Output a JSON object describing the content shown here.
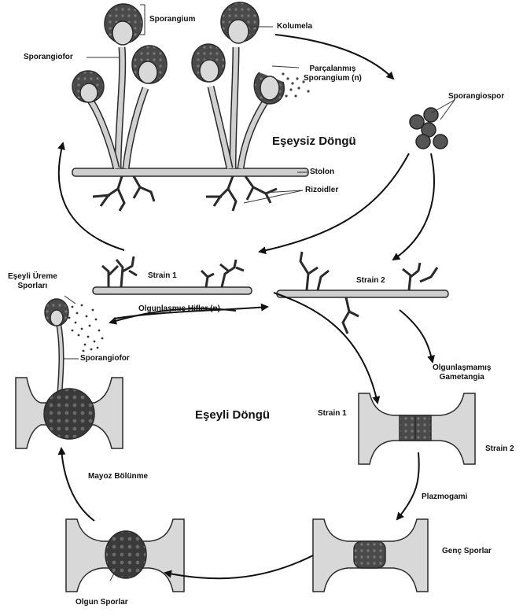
{
  "asexual": {
    "title": "Eşeysiz Döngü",
    "labels": {
      "sporangium": "Sporangium",
      "kolumela": "Kolumela",
      "sporangiofor": "Sporangiofor",
      "broken_sporangium_1": "Parçalanmış",
      "broken_sporangium_2": "Sporangium (n)",
      "sporangiospor": "Sporangiospor",
      "stolon": "Stolon",
      "rizoidler": "Rizoidler"
    }
  },
  "sexual": {
    "title": "Eşeyli Döngü",
    "labels": {
      "strain1_top": "Strain 1",
      "strain2_top": "Strain 2",
      "mature_hyphae": "Olgunlaşmış Hifler (n)",
      "sexual_spores_1": "Eşeyli Üreme",
      "sexual_spores_2": "Sporları",
      "sporangiofor": "Sporangiofor",
      "immature_gametangia_1": "Olgunlaşmamış",
      "immature_gametangia_2": "Gametangia",
      "strain1_mid": "Strain 1",
      "strain2_mid": "Strain 2",
      "plazmogami": "Plazmogami",
      "young_spores": "Genç Sporlar",
      "mature_spores": "Olgun Sporlar",
      "meiosis": "Mayoz Bölünme"
    }
  },
  "colors": {
    "stroke": "#2a2a2a",
    "hypha_fill": "#cfcfcf",
    "sporangium_fill": "#5a5a5a",
    "kolumela_fill": "#d9d9d9",
    "spore_fill": "#555555",
    "zygospore_fill": "#3a3a3a"
  }
}
